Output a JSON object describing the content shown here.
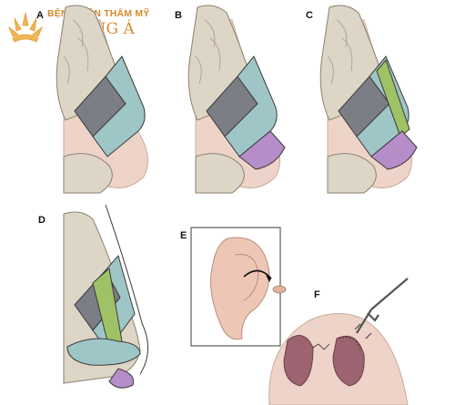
{
  "logo": {
    "line1": "BỆNH VIỆN THẨM MỸ",
    "line2": "ĐÔNG Á",
    "colors": {
      "gold": "#e8a33a",
      "text": "#d07d2a"
    },
    "icon": "crown-icon"
  },
  "panels": [
    {
      "label": "A"
    },
    {
      "label": "B"
    },
    {
      "label": "C"
    },
    {
      "label": "D"
    },
    {
      "label": "E"
    },
    {
      "label": "F"
    }
  ],
  "colors": {
    "bone": "#ddd5c6",
    "bone_shadow": "#b6ab97",
    "skin": "#eed4c8",
    "cartilage_blue": "#9fc6c6",
    "cartilage_dark": "#7b7e84",
    "graft_purple": "#b58dc8",
    "graft_green": "#9ec265",
    "nostril": "#9b6470",
    "ear": "#eec6b6",
    "line": "#3c3a38"
  }
}
